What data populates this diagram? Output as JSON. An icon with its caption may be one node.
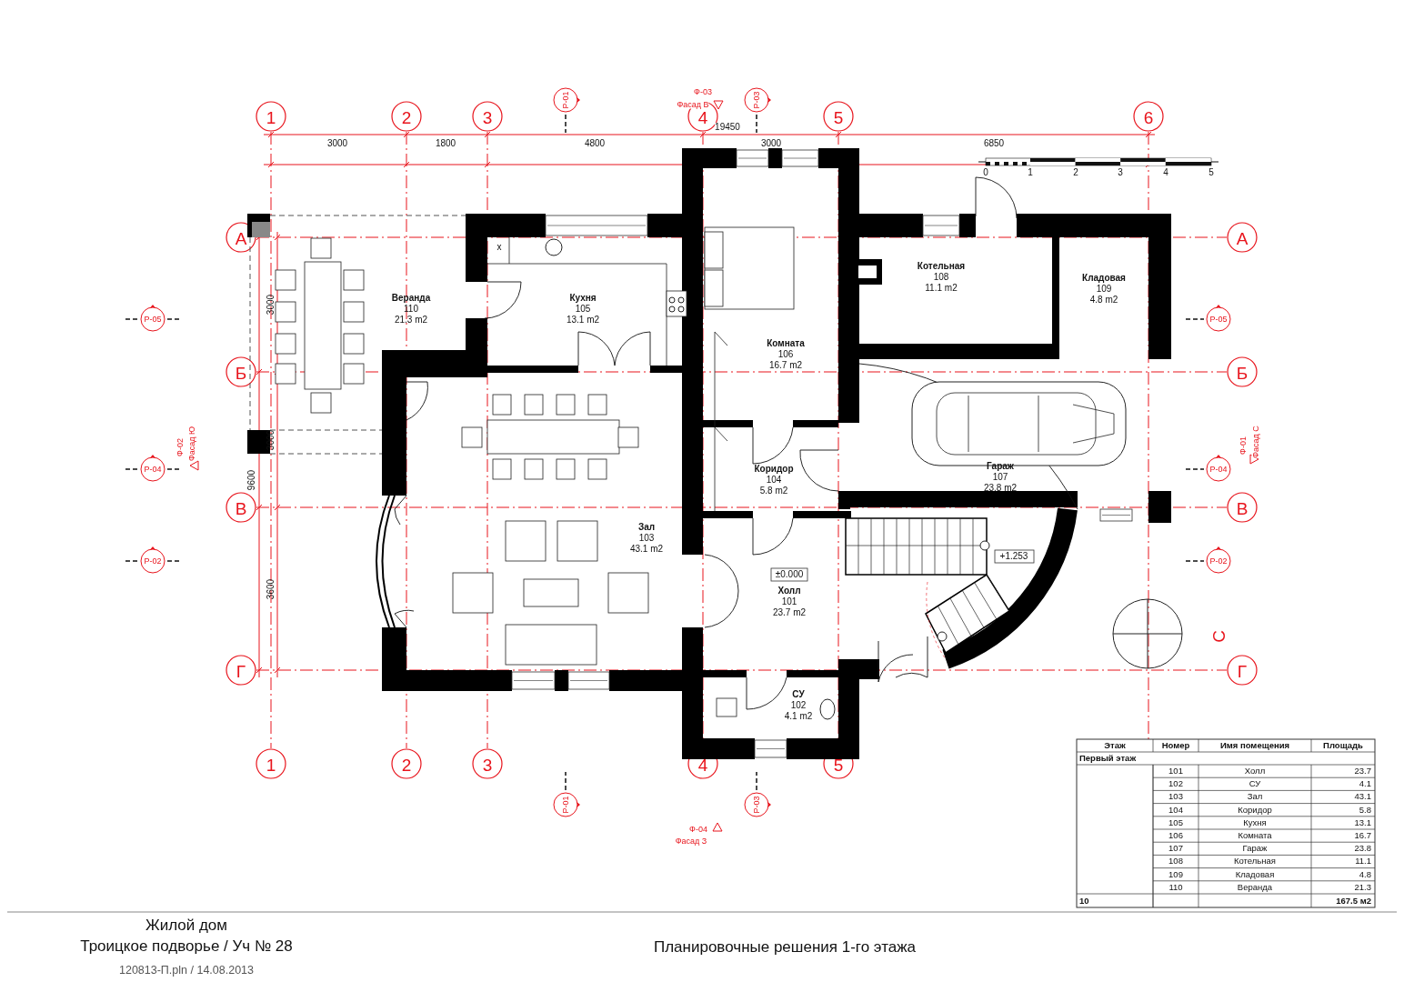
{
  "diagram": {
    "title": "Планировочные решения 1-го этажа",
    "nodes": [
      {
        "text": [
          "Веранда",
          "110",
          "21.3 m2"
        ]
      },
      {
        "text": [
          "Кухня",
          "105",
          "13.1 m2"
        ]
      },
      {
        "text": [
          "Котельная",
          "108",
          "11.1 m2"
        ]
      },
      {
        "text": [
          "Кладовая",
          "109",
          "4.8 m2"
        ]
      },
      {
        "text": [
          "Комната",
          "106",
          "16.7 m2"
        ]
      },
      {
        "text": [
          "Гараж",
          "107",
          "23.8 m2"
        ]
      },
      {
        "text": [
          "Коридор",
          "104",
          "5.8 m2"
        ]
      },
      {
        "text": [
          "Зал",
          "103",
          "43.1 m2"
        ]
      },
      {
        "text": [
          "Холл",
          "101",
          "23.7 m2"
        ]
      },
      {
        "text": [
          "СУ",
          "102",
          "4.1 m2"
        ]
      }
    ],
    "edges": [],
    "labels": [
      "1",
      "2",
      "3",
      "4",
      "5",
      "6",
      "1",
      "2",
      "3",
      "4",
      "5",
      "А",
      "Б",
      "В",
      "Г",
      "А",
      "Б",
      "В",
      "Г",
      "19450",
      "3000",
      "1800",
      "4800",
      "3000",
      "6850",
      "9600",
      "3000",
      "3000",
      "3600",
      "0",
      "1",
      "2",
      "3",
      "4",
      "5",
      "Р-01",
      "Р-03",
      "Р-05",
      "Р-04",
      "Р-02",
      "Р-05",
      "Р-04",
      "Р-02",
      "Р-01",
      "Р-03",
      "Ф-03",
      "Фасад В",
      "Ф-02",
      "Фасад Ю",
      "Ф-01",
      "Фасад С",
      "Ф-04",
      "Фасад З",
      "x",
      "±0.000",
      "+1.253",
      "С",
      "Этаж",
      "Номер",
      "Имя помещения",
      "Площадь",
      "Первый этаж",
      "101",
      "Холл",
      "23.7",
      "102",
      "СУ",
      "4.1",
      "103",
      "Зал",
      "43.1",
      "104",
      "Коридор",
      "5.8",
      "105",
      "Кухня",
      "13.1",
      "106",
      "Комната",
      "16.7",
      "107",
      "Гараж",
      "23.8",
      "108",
      "Котельная",
      "11.1",
      "109",
      "Кладовая",
      "4.8",
      "110",
      "Веранда",
      "21.3",
      "10",
      "167.5 м2",
      "Жилой дом",
      "Троицкое подворье / Уч № 28",
      "120813-П.pln / 14.08.2013"
    ]
  }
}
